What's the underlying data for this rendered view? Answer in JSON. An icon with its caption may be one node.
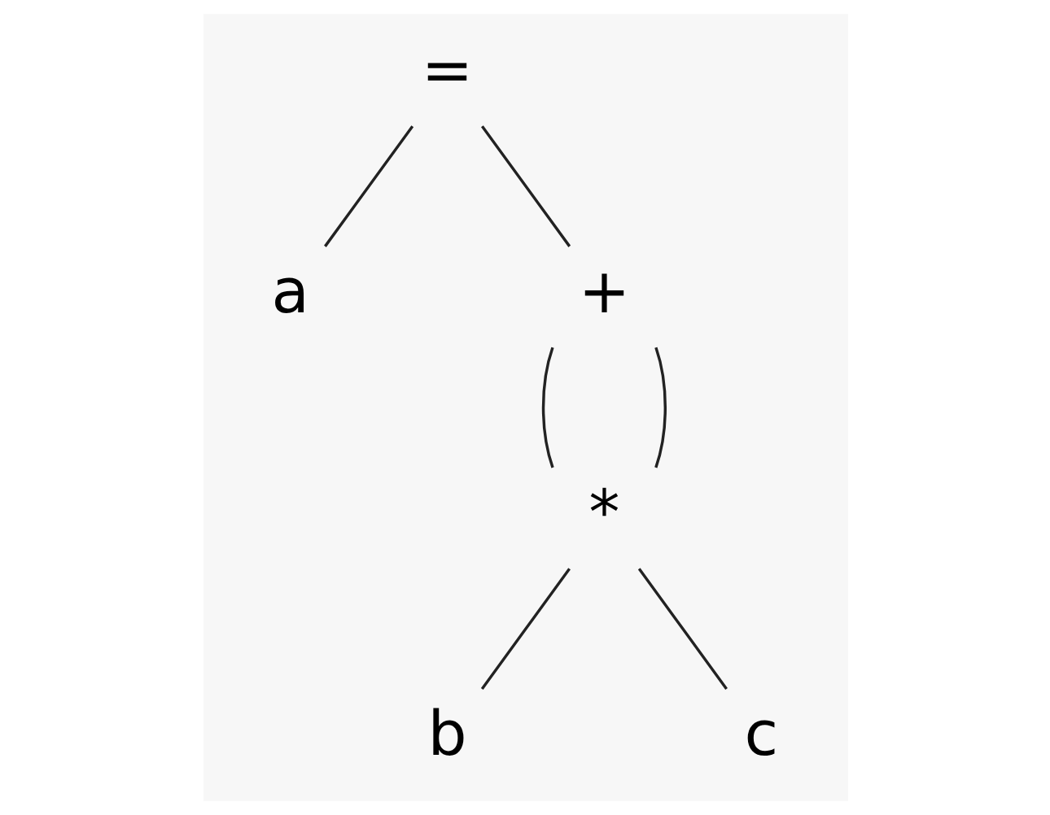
{
  "diagram": {
    "nodes": [
      {
        "text": [
          "="
        ]
      },
      {
        "text": [
          "a"
        ]
      },
      {
        "text": [
          "+"
        ]
      },
      {
        "text": [
          "*"
        ]
      },
      {
        "text": [
          "b"
        ]
      },
      {
        "text": [
          "c"
        ]
      }
    ],
    "edges": [
      {
        "from": 0,
        "to": 1,
        "arrow": "none"
      },
      {
        "from": 0,
        "to": 2,
        "arrow": "none"
      },
      {
        "from": 2,
        "to": 3,
        "arrow": "none"
      },
      {
        "from": 2,
        "to": 3,
        "arrow": "none"
      },
      {
        "from": 3,
        "to": 4,
        "arrow": "none"
      },
      {
        "from": 3,
        "to": 5,
        "arrow": "none"
      }
    ]
  }
}
